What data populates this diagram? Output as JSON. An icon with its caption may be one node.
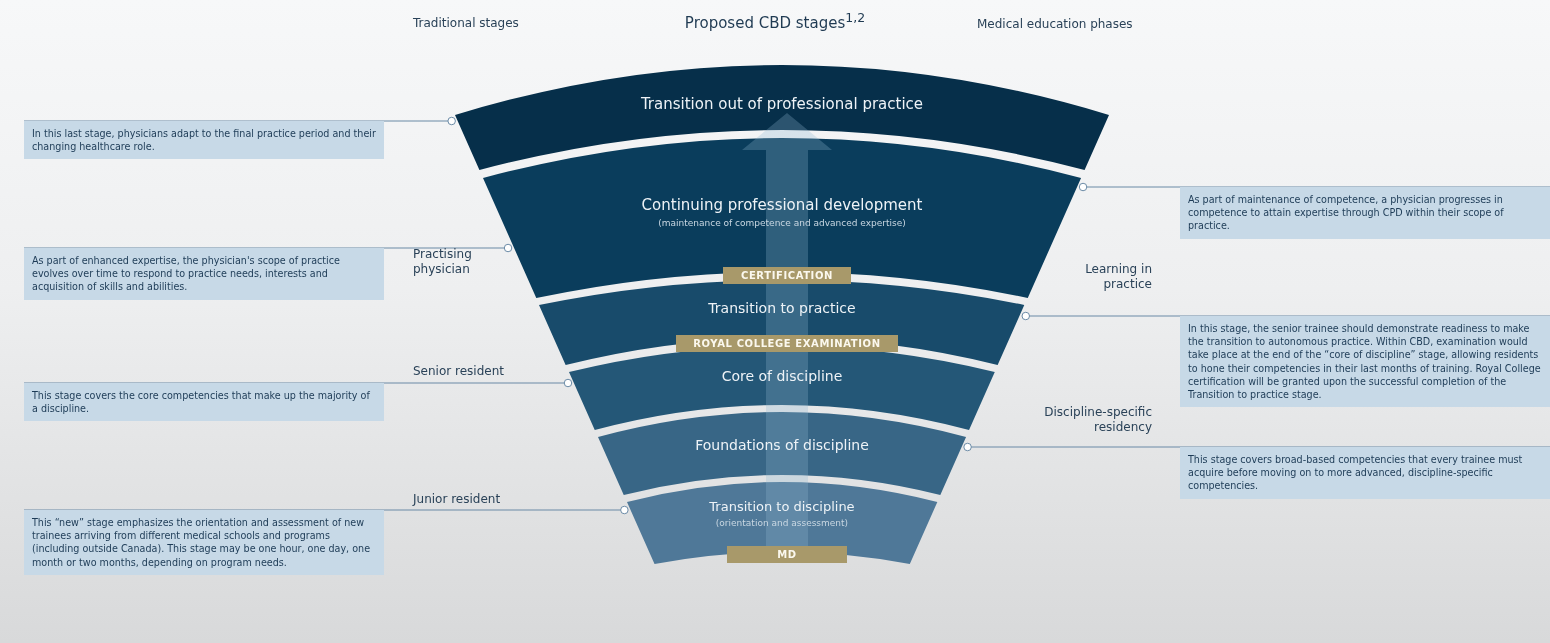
{
  "diagram": {
    "title": "Proposed CBD stages$^{1,2}$",
    "nodes": [
      {
        "text": [
          "Transition out of professional practice"
        ]
      },
      {
        "text": [
          "Continuing professional development",
          "(maintenance of competence and advanced expertise)"
        ]
      },
      {
        "text": [
          "Transition to practice"
        ]
      },
      {
        "text": [
          "Core of discipline"
        ]
      },
      {
        "text": [
          "Foundations of discipline"
        ]
      },
      {
        "text": [
          "Transition to discipline",
          "(orientation and assessment)"
        ]
      },
      {
        "text": [
          "In this last stage, physicians adapt to the final practice period and their changing healthcare role."
        ]
      },
      {
        "text": [
          "As part of maintenance of competence, a physician progresses in competence to attain expertise through CPD within their scope of practice."
        ]
      },
      {
        "text": [
          "As part of enhanced expertise, the physician's scope of practice evolves over time to respond to practice needs, interests and acquisition of skills and abilities."
        ]
      },
      {
        "text": [
          "In this stage, the senior trainee should demonstrate readiness to make the transition to autonomous practice. Within CBD, examination would take place at the end of the “core of discipline” stage, allowing residents to hone their competencies in their last months of training. Royal College certification will be granted upon the successful completion of the Transition to practice stage."
        ]
      },
      {
        "text": [
          "This stage covers the core competencies that make up the majority of a discipline."
        ]
      },
      {
        "text": [
          "This stage covers broad-based competencies that every trainee must acquire before moving on to more advanced, discipline-specific competencies."
        ]
      },
      {
        "text": [
          "This “new” stage emphasizes the orientation and assessment of new trainees arriving from different medical schools and programs (including outside Canada). This stage may be one hour, one day, one month or two months, depending on program needs."
        ]
      },
      {
        "text": [
          "CERTIFICATION"
        ]
      },
      {
        "text": [
          "ROYAL COLLEGE EXAMINATION"
        ]
      },
      {
        "text": [
          "MD"
        ]
      }
    ],
    "edges": [
      {
        "from": 6,
        "to": 0,
        "arrow": "other"
      },
      {
        "from": 7,
        "to": 1,
        "arrow": "other"
      },
      {
        "from": 8,
        "to": 1,
        "arrow": "other"
      },
      {
        "from": 9,
        "to": 2,
        "arrow": "other"
      },
      {
        "from": 10,
        "to": 3,
        "arrow": "other"
      },
      {
        "from": 11,
        "to": 4,
        "arrow": "other"
      },
      {
        "from": 12,
        "to": 5,
        "arrow": "other"
      }
    ],
    "labels": [
      "Traditional stages",
      "Medical education phases",
      "Practising physician",
      "Learning in practice",
      "Senior resident",
      "Discipline-specific residency",
      "Junior resident"
    ]
  }
}
